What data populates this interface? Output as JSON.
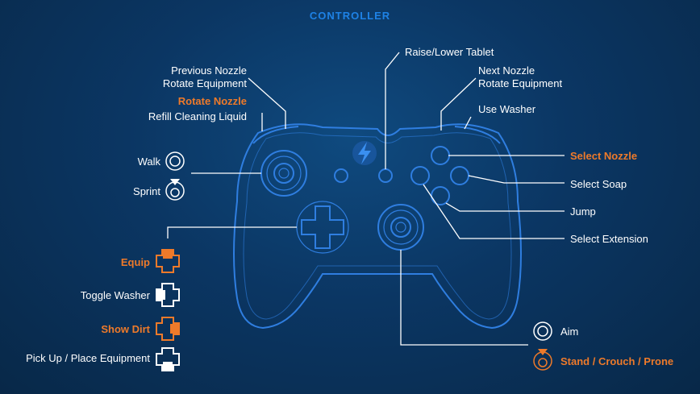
{
  "header": {
    "title": "CONTROLLER"
  },
  "labels": {
    "prev_nozzle_line1": "Previous Nozzle",
    "prev_nozzle_line2": "Rotate Equipment",
    "rotate_nozzle": "Rotate Nozzle",
    "refill_cleaning": "Refill Cleaning Liquid",
    "raise_lower_tablet": "Raise/Lower Tablet",
    "next_nozzle_line1": "Next Nozzle",
    "next_nozzle_line2": "Rotate Equipment",
    "use_washer": "Use Washer",
    "walk": "Walk",
    "sprint": "Sprint",
    "select_nozzle": "Select Nozzle",
    "select_soap": "Select Soap",
    "jump": "Jump",
    "select_extension": "Select Extension",
    "equip": "Equip",
    "toggle_washer": "Toggle Washer",
    "show_dirt": "Show Dirt",
    "pick_up_place": "Pick Up / Place Equipment",
    "aim": "Aim",
    "stand_crouch_prone": "Stand / Crouch / Prone"
  },
  "colors": {
    "background": "#0b3663",
    "outline": "#2f7ee0",
    "accent": "#ee7a2a",
    "title": "#1e82e6",
    "text": "#ffffff"
  },
  "icons": {
    "controller": "controller-outline-icon",
    "stick": "analog-stick-icon",
    "stick_press": "stick-press-icon",
    "dpad": "dpad-icon"
  }
}
